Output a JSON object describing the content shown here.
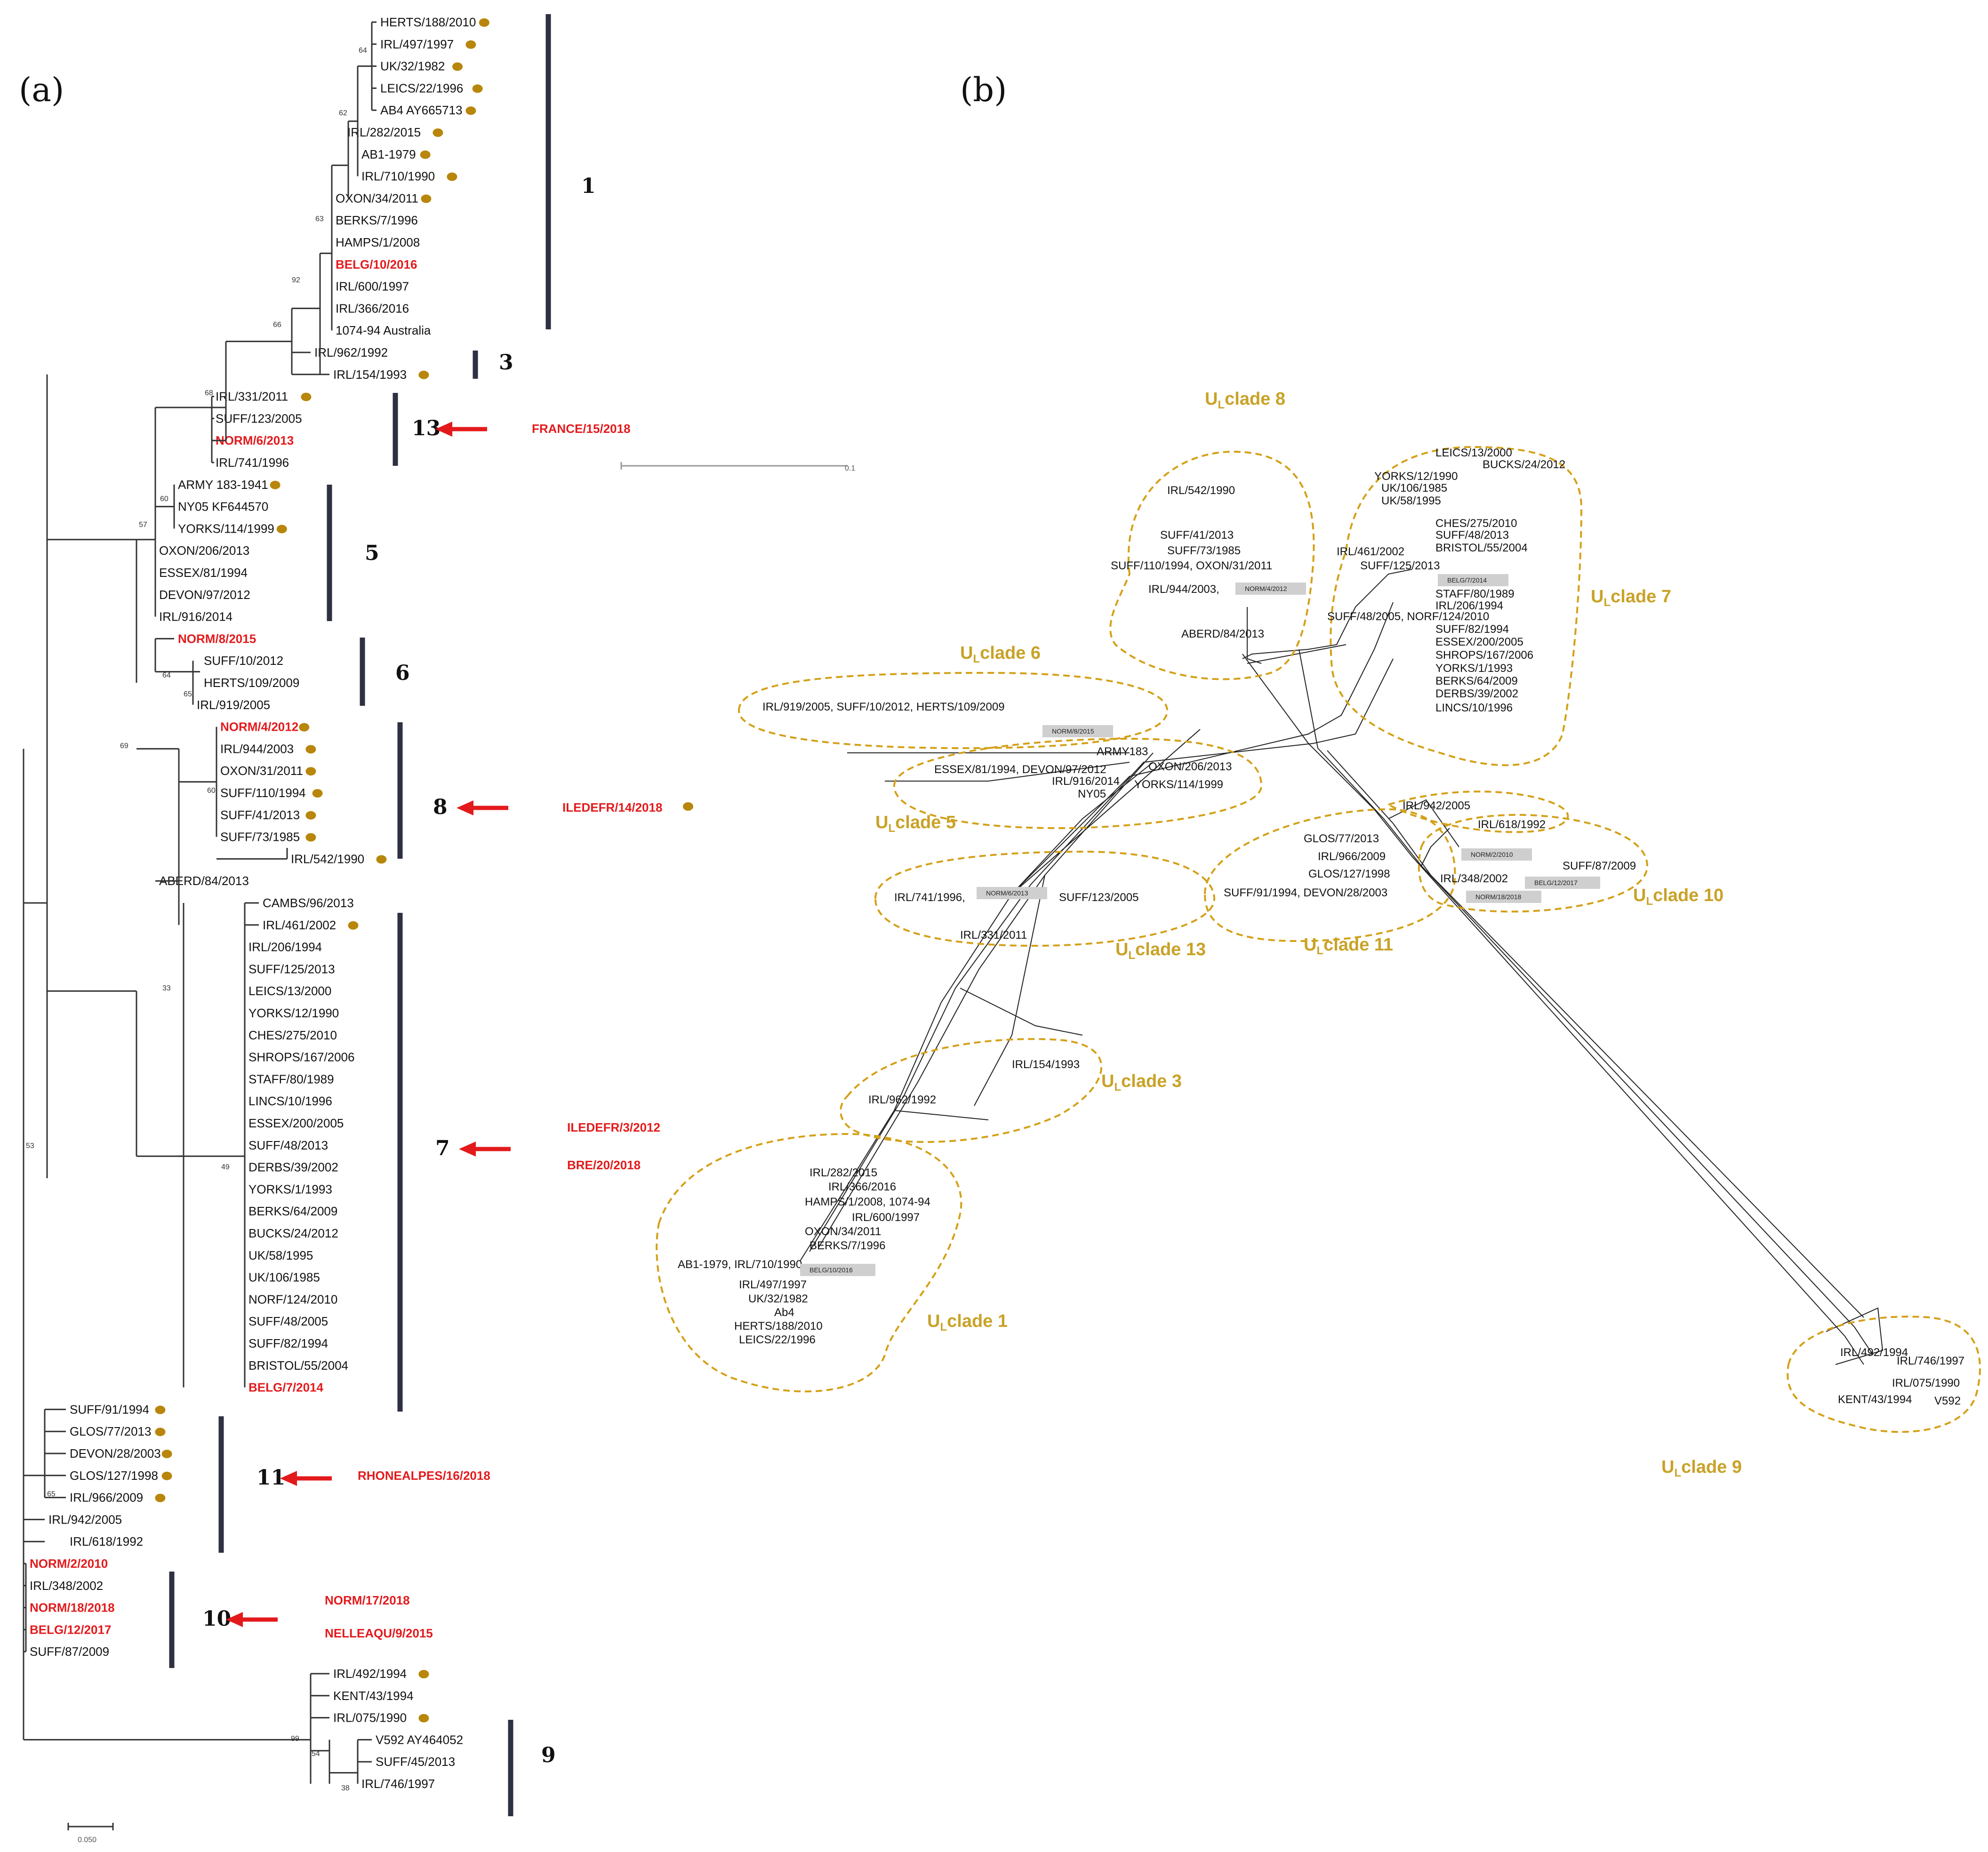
{
  "colors": {
    "highlight": "#e31a1c",
    "dot": "#B8860B",
    "clade_bar": "#2d3142",
    "clade_outline": "#D4A017",
    "grey_box": "#cfcfcf"
  },
  "panel_a": {
    "label": "(a)",
    "scale_label": "0.050",
    "leaves": [
      {
        "name": "HERTS/188/2010",
        "hl": false,
        "dot": true
      },
      {
        "name": "IRL/497/1997",
        "hl": false,
        "dot": true
      },
      {
        "name": "UK/32/1982",
        "hl": false,
        "dot": true
      },
      {
        "name": "LEICS/22/1996",
        "hl": false,
        "dot": true
      },
      {
        "name": "AB4 AY665713",
        "hl": false,
        "dot": true
      },
      {
        "name": "IRL/282/2015",
        "hl": false,
        "dot": true
      },
      {
        "name": "AB1-1979",
        "hl": false,
        "dot": true
      },
      {
        "name": "IRL/710/1990",
        "hl": false,
        "dot": true
      },
      {
        "name": "OXON/34/2011",
        "hl": false,
        "dot": true
      },
      {
        "name": "BERKS/7/1996",
        "hl": false,
        "dot": false
      },
      {
        "name": "HAMPS/1/2008",
        "hl": false,
        "dot": false
      },
      {
        "name": "BELG/10/2016",
        "hl": true,
        "dot": false
      },
      {
        "name": "IRL/600/1997",
        "hl": false,
        "dot": false
      },
      {
        "name": "IRL/366/2016",
        "hl": false,
        "dot": false
      },
      {
        "name": "1074-94 Australia",
        "hl": false,
        "dot": false
      },
      {
        "name": "IRL/962/1992",
        "hl": false,
        "dot": false
      },
      {
        "name": "IRL/154/1993",
        "hl": false,
        "dot": true
      },
      {
        "name": "IRL/331/2011",
        "hl": false,
        "dot": true
      },
      {
        "name": "SUFF/123/2005",
        "hl": false,
        "dot": false
      },
      {
        "name": "NORM/6/2013",
        "hl": true,
        "dot": false
      },
      {
        "name": "IRL/741/1996",
        "hl": false,
        "dot": false
      },
      {
        "name": "ARMY 183-1941",
        "hl": false,
        "dot": true
      },
      {
        "name": "NY05 KF644570",
        "hl": false,
        "dot": false
      },
      {
        "name": "YORKS/114/1999",
        "hl": false,
        "dot": true
      },
      {
        "name": "OXON/206/2013",
        "hl": false,
        "dot": false
      },
      {
        "name": "ESSEX/81/1994",
        "hl": false,
        "dot": false
      },
      {
        "name": "DEVON/97/2012",
        "hl": false,
        "dot": false
      },
      {
        "name": "IRL/916/2014",
        "hl": false,
        "dot": false
      },
      {
        "name": "NORM/8/2015",
        "hl": true,
        "dot": false
      },
      {
        "name": "SUFF/10/2012",
        "hl": false,
        "dot": false
      },
      {
        "name": "HERTS/109/2009",
        "hl": false,
        "dot": false
      },
      {
        "name": "IRL/919/2005",
        "hl": false,
        "dot": false
      },
      {
        "name": "NORM/4/2012",
        "hl": true,
        "dot": true
      },
      {
        "name": "IRL/944/2003",
        "hl": false,
        "dot": true
      },
      {
        "name": "OXON/31/2011",
        "hl": false,
        "dot": true
      },
      {
        "name": "SUFF/110/1994",
        "hl": false,
        "dot": true
      },
      {
        "name": "SUFF/41/2013",
        "hl": false,
        "dot": true
      },
      {
        "name": "SUFF/73/1985",
        "hl": false,
        "dot": true
      },
      {
        "name": "IRL/542/1990",
        "hl": false,
        "dot": true
      },
      {
        "name": "ABERD/84/2013",
        "hl": false,
        "dot": false
      },
      {
        "name": "CAMBS/96/2013",
        "hl": false,
        "dot": false
      },
      {
        "name": "IRL/461/2002",
        "hl": false,
        "dot": true
      },
      {
        "name": "IRL/206/1994",
        "hl": false,
        "dot": false
      },
      {
        "name": "SUFF/125/2013",
        "hl": false,
        "dot": false
      },
      {
        "name": "LEICS/13/2000",
        "hl": false,
        "dot": false
      },
      {
        "name": "YORKS/12/1990",
        "hl": false,
        "dot": false
      },
      {
        "name": "CHES/275/2010",
        "hl": false,
        "dot": false
      },
      {
        "name": "SHROPS/167/2006",
        "hl": false,
        "dot": false
      },
      {
        "name": "STAFF/80/1989",
        "hl": false,
        "dot": false
      },
      {
        "name": "LINCS/10/1996",
        "hl": false,
        "dot": false
      },
      {
        "name": "ESSEX/200/2005",
        "hl": false,
        "dot": false
      },
      {
        "name": "SUFF/48/2013",
        "hl": false,
        "dot": false
      },
      {
        "name": "DERBS/39/2002",
        "hl": false,
        "dot": false
      },
      {
        "name": "YORKS/1/1993",
        "hl": false,
        "dot": false
      },
      {
        "name": "BERKS/64/2009",
        "hl": false,
        "dot": false
      },
      {
        "name": "BUCKS/24/2012",
        "hl": false,
        "dot": false
      },
      {
        "name": "UK/58/1995",
        "hl": false,
        "dot": false
      },
      {
        "name": "UK/106/1985",
        "hl": false,
        "dot": false
      },
      {
        "name": "NORF/124/2010",
        "hl": false,
        "dot": false
      },
      {
        "name": "SUFF/48/2005",
        "hl": false,
        "dot": false
      },
      {
        "name": "SUFF/82/1994",
        "hl": false,
        "dot": false
      },
      {
        "name": "BRISTOL/55/2004",
        "hl": false,
        "dot": false
      },
      {
        "name": "BELG/7/2014",
        "hl": true,
        "dot": false
      },
      {
        "name": "SUFF/91/1994",
        "hl": false,
        "dot": true
      },
      {
        "name": "GLOS/77/2013",
        "hl": false,
        "dot": true
      },
      {
        "name": "DEVON/28/2003",
        "hl": false,
        "dot": true
      },
      {
        "name": "GLOS/127/1998",
        "hl": false,
        "dot": true
      },
      {
        "name": "IRL/966/2009",
        "hl": false,
        "dot": true
      },
      {
        "name": "IRL/942/2005",
        "hl": false,
        "dot": false
      },
      {
        "name": "IRL/618/1992",
        "hl": false,
        "dot": false
      },
      {
        "name": "NORM/2/2010",
        "hl": true,
        "dot": false
      },
      {
        "name": "IRL/348/2002",
        "hl": false,
        "dot": false
      },
      {
        "name": "NORM/18/2018",
        "hl": true,
        "dot": false
      },
      {
        "name": "BELG/12/2017",
        "hl": true,
        "dot": false
      },
      {
        "name": "SUFF/87/2009",
        "hl": false,
        "dot": false
      },
      {
        "name": "IRL/492/1994",
        "hl": false,
        "dot": true
      },
      {
        "name": "KENT/43/1994",
        "hl": false,
        "dot": false
      },
      {
        "name": "IRL/075/1990",
        "hl": false,
        "dot": true
      },
      {
        "name": "V592 AY464052",
        "hl": false,
        "dot": false
      },
      {
        "name": "SUFF/45/2013",
        "hl": false,
        "dot": false
      },
      {
        "name": "IRL/746/1997",
        "hl": false,
        "dot": false
      }
    ],
    "bootstraps": [
      "64",
      "62",
      "63",
      "92",
      "66",
      "68",
      "60",
      "57",
      "64",
      "65",
      "60",
      "69",
      "33",
      "49",
      "65",
      "53",
      "99",
      "54",
      "38"
    ],
    "clades": [
      {
        "num": "1",
        "new": []
      },
      {
        "num": "3",
        "new": []
      },
      {
        "num": "13",
        "new": [
          "FRANCE/15/2018"
        ]
      },
      {
        "num": "5",
        "new": []
      },
      {
        "num": "6",
        "new": []
      },
      {
        "num": "8",
        "new": [
          "ILEDEFR/14/2018"
        ]
      },
      {
        "num": "7",
        "new": [
          "ILEDEFR/3/2012",
          "BRE/20/2018"
        ]
      },
      {
        "num": "11",
        "new": [
          "RHONEALPES/16/2018"
        ]
      },
      {
        "num": "10",
        "new": [
          "NORM/17/2018",
          "NELLEAQU/9/2015"
        ]
      },
      {
        "num": "9",
        "new": []
      }
    ]
  },
  "panel_b": {
    "label": "(b)",
    "scale_label": "0.1",
    "clade_prefix": "U",
    "clade_sub": "L",
    "clades": [
      {
        "name": "clade 8",
        "labels": [
          "IRL/542/1990",
          "SUFF/41/2013",
          "SUFF/73/1985",
          "SUFF/110/1994, OXON/31/2011",
          "IRL/944/2003,",
          "ABERD/84/2013"
        ],
        "grey": [
          "NORM/4/2012"
        ]
      },
      {
        "name": "clade 7",
        "labels": [
          "LEICS/13/2000",
          "BUCKS/24/2012",
          "YORKS/12/1990",
          "UK/106/1985",
          "UK/58/1995",
          "CHES/275/2010",
          "SUFF/48/2013",
          "BRISTOL/55/2004",
          "IRL/461/2002",
          "SUFF/125/2013",
          "STAFF/80/1989",
          "IRL/206/1994",
          "SUFF/48/2005, NORF/124/2010",
          "SUFF/82/1994",
          "ESSEX/200/2005",
          "SHROPS/167/2006",
          "YORKS/1/1993",
          "BERKS/64/2009",
          "DERBS/39/2002",
          "LINCS/10/1996"
        ],
        "grey": [
          "BELG/7/2014"
        ]
      },
      {
        "name": "clade 6",
        "labels": [
          "IRL/919/2005, SUFF/10/2012, HERTS/109/2009"
        ],
        "grey": [
          "NORM/8/2015"
        ]
      },
      {
        "name": "clade 5",
        "labels": [
          "ARMY183",
          "ESSEX/81/1994, DEVON/97/2012",
          "OXON/206/2013",
          "IRL/916/2014",
          "YORKS/114/1999",
          "NY05"
        ],
        "grey": []
      },
      {
        "name": "clade 13",
        "labels": [
          "IRL/741/1996,",
          "SUFF/123/2005",
          "IRL/331/2011"
        ],
        "grey": [
          "NORM/6/2013"
        ]
      },
      {
        "name": "clade 11",
        "labels": [
          "IRL/942/2005",
          "GLOS/77/2013",
          "IRL/966/2009",
          "GLOS/127/1998",
          "SUFF/91/1994, DEVON/28/2003"
        ],
        "grey": []
      },
      {
        "name": "clade 10",
        "labels": [
          "IRL/618/1992",
          "SUFF/87/2009",
          "IRL/348/2002"
        ],
        "grey": [
          "NORM/2/2010",
          "BELG/12/2017",
          "NORM/18/2018"
        ]
      },
      {
        "name": "clade 3",
        "labels": [
          "IRL/154/1993",
          "IRL/962/1992"
        ],
        "grey": []
      },
      {
        "name": "clade 1",
        "labels": [
          "IRL/282/2015",
          "IRL/366/2016",
          "HAMPS/1/2008, 1074-94",
          "IRL/600/1997",
          "OXON/34/2011",
          "BERKS/7/1996",
          "AB1-1979, IRL/710/1990",
          "IRL/497/1997",
          "UK/32/1982",
          "Ab4",
          "HERTS/188/2010",
          "LEICS/22/1996"
        ],
        "grey": [
          "BELG/10/2016"
        ]
      },
      {
        "name": "clade 9",
        "labels": [
          "IRL/492/1994",
          "IRL/746/1997",
          "IRL/075/1990",
          "KENT/43/1994",
          "V592"
        ],
        "grey": []
      }
    ]
  }
}
